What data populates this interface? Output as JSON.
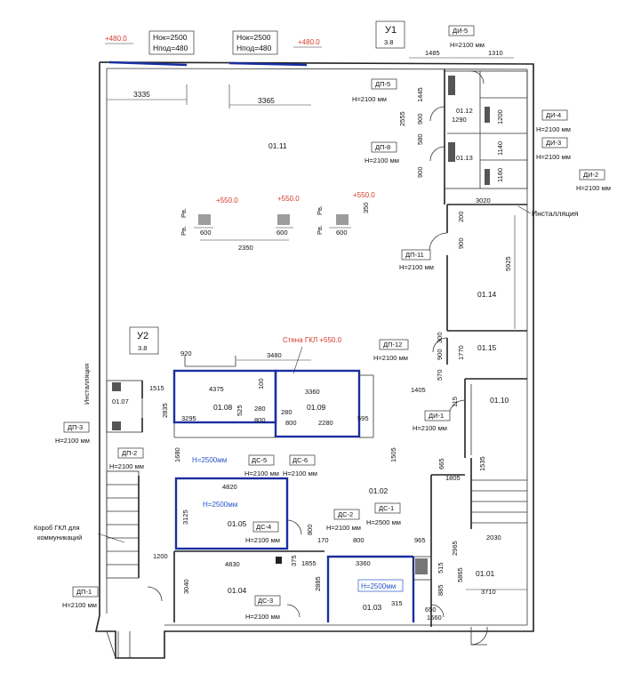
{
  "axes": [
    {
      "label": "У1",
      "value": "3.8"
    },
    {
      "label": "У2",
      "value": "3.8"
    }
  ],
  "windows": [
    {
      "nok": "Нок=2500",
      "npod": "Нпод=480"
    },
    {
      "nok": "Нок=2500",
      "npod": "Нпод=480"
    }
  ],
  "levels": {
    "l480a": "+480.0",
    "l480b": "+480.0",
    "l550a": "+550.0",
    "l550b": "+550.0",
    "l550c": "+550.0",
    "wall_gkl": "Стена ГКЛ +550.0"
  },
  "rooms": {
    "r0111": "01.11",
    "r0112": "01.12",
    "r0113": "01.13",
    "r0114": "01.14",
    "r0115": "01.15",
    "r0107": "01.07",
    "r0108": "01.08",
    "r0109": "01.09",
    "r0110": "01.10",
    "r0102": "01.02",
    "r0105": "01.05",
    "r0104": "01.04",
    "r0103": "01.03",
    "r0101": "01.01"
  },
  "doors": {
    "di5": {
      "tag": "ДИ-5",
      "h": "Н=2100 мм"
    },
    "dp5": {
      "tag": "ДП-5",
      "h": "Н=2100 мм"
    },
    "di4": {
      "tag": "ДИ-4",
      "h": "Н=2100 мм"
    },
    "di3": {
      "tag": "ДИ-3",
      "h": "Н=2100 мм"
    },
    "dp8": {
      "tag": "ДП-8",
      "h": "Н=2100 мм"
    },
    "di2": {
      "tag": "ДИ-2",
      "h": "Н=2100 мм"
    },
    "dp11": {
      "tag": "ДП-11",
      "h": "Н=2100 мм"
    },
    "dp12": {
      "tag": "ДП-12",
      "h": "Н=2100 мм"
    },
    "di1": {
      "tag": "ДИ-1",
      "h": "Н=2100 мм"
    },
    "dp3": {
      "tag": "ДП-3",
      "h": "Н=2100 мм"
    },
    "dp2": {
      "tag": "ДП-2",
      "h": "Н=2100 мм"
    },
    "ds5": {
      "tag": "ДС-5",
      "h": "Н=2100 мм"
    },
    "ds6": {
      "tag": "ДС-6",
      "h": "Н=2100 мм"
    },
    "ds4": {
      "tag": "ДС-4",
      "h": "Н=2100 мм"
    },
    "ds2": {
      "tag": "ДС-2",
      "h": "Н=2100 мм"
    },
    "ds1": {
      "tag": "ДС-1",
      "h": "Н=2500 мм"
    },
    "ds3": {
      "tag": "ДС-3",
      "h": "Н=2100 мм"
    },
    "dp1": {
      "tag": "ДП-1",
      "h": "Н=2100 мм"
    }
  },
  "heights": {
    "h2500": "Н=2500мм"
  },
  "notes": {
    "install": "Инсталляция",
    "box1": "Короб ГКЛ для",
    "box2": "коммуникаций",
    "rv": "Рв."
  },
  "dims": {
    "d3335": "3335",
    "d3365": "3365",
    "d1485": "1485",
    "d1310": "1310",
    "d2555": "2555",
    "d1445": "1445",
    "d900": "900",
    "d580": "580",
    "d1290": "1290",
    "d1200": "1200",
    "d1140": "1140",
    "d1160": "1160",
    "d3020": "3020",
    "d200": "200",
    "d5925": "5925",
    "d600": "600",
    "d2350": "2350",
    "d350": "350",
    "d300": "300",
    "d570": "570",
    "d1770": "1770",
    "d1405": "1405",
    "d115": "115",
    "d920": "920",
    "d3480": "3480",
    "d1515": "1515",
    "d2835": "2835",
    "d4375": "4375",
    "d100": "100",
    "d3360": "3360",
    "d525": "525",
    "d280": "280",
    "d3295": "3295",
    "d800": "800",
    "d2280": "2280",
    "d595": "595",
    "d1680": "1680",
    "d1505": "1505",
    "d665": "665",
    "d1805": "1805",
    "d1535": "1535",
    "d4820": "4820",
    "d3125": "3125",
    "d170": "170",
    "d965": "965",
    "d2965": "2965",
    "d2030": "2030",
    "d1200b": "1200",
    "d4830": "4830",
    "d1855": "1855",
    "d375": "375",
    "d3040": "3040",
    "d2885": "2885",
    "d515": "515",
    "d885": "885",
    "d5865": "5865",
    "d3710": "3710",
    "d315": "315",
    "d650": "650",
    "d1660": "1660"
  }
}
